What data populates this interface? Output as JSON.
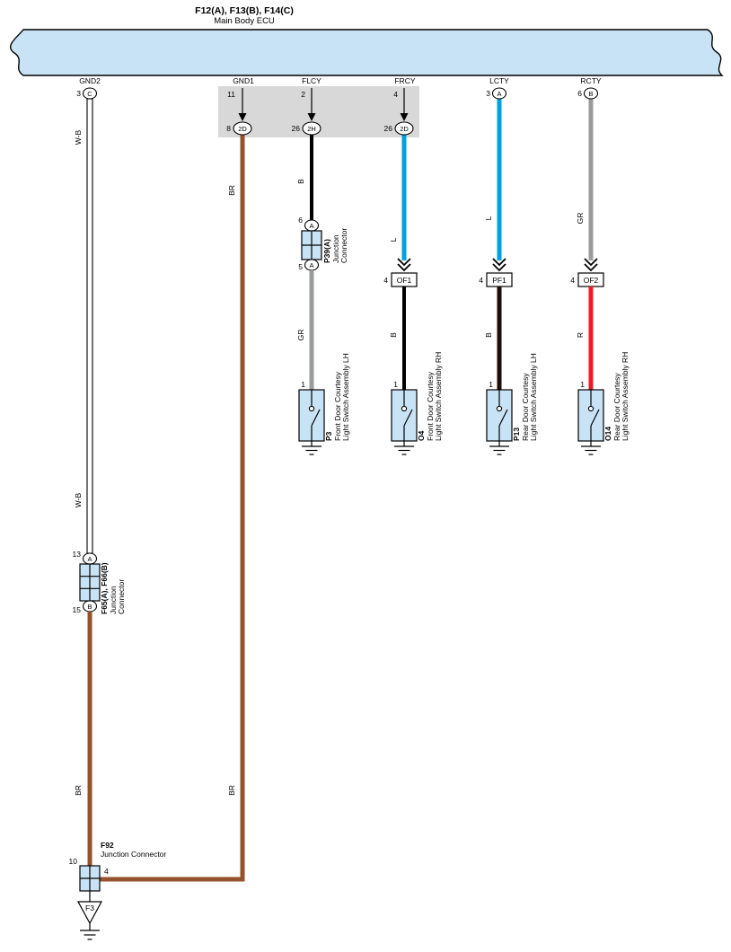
{
  "colors": {
    "ecu_fill": "#c9e3f6",
    "panel_fill": "#d8d8d8",
    "connector_fill": "#c9e3f6",
    "switch_fill": "#c9e3f6",
    "wire_brown": "#96522d",
    "wire_black": "#000000",
    "wire_gray": "#9a9b9d",
    "wire_blue": "#00a1e0",
    "wire_dark_brown": "#1d0f07",
    "wire_red": "#ec1c24"
  },
  "ecu": {
    "name_line1": "F12(A), F13(B), F14(C)",
    "name_line2": "Main Body ECU",
    "pins": {
      "gnd2": {
        "label": "GND2",
        "number": "3",
        "terminal": "C"
      },
      "gnd1": {
        "label": "GND1",
        "number": "11"
      },
      "flcy": {
        "label": "FLCY",
        "number": "2"
      },
      "frcy": {
        "label": "FRCY",
        "number": "4"
      },
      "lcty": {
        "label": "LCTY",
        "number": "3",
        "terminal": "A"
      },
      "rcty": {
        "label": "RCTY",
        "number": "6",
        "terminal": "B"
      }
    },
    "sub_connectors": {
      "gnd1": {
        "number": "8",
        "label": "2D"
      },
      "flcy": {
        "number": "26",
        "label": "2H"
      },
      "frcy": {
        "number": "26",
        "label": "2D"
      }
    }
  },
  "wire_labels": {
    "gnd2_top": "W-B",
    "gnd2_mid": "W-B",
    "gnd2_bottom": "BR",
    "gnd1_top": "BR",
    "gnd1_bottom": "BR",
    "flcy_top": "B",
    "flcy_bottom": "GR",
    "frcy_top": "L",
    "frcy_bottom": "B",
    "lcty_top": "L",
    "lcty_bottom": "B",
    "rcty_top": "GR",
    "rcty_bottom": "R"
  },
  "junction_f65": {
    "id": "F65(A), F66(B)",
    "label_line1": "Junction",
    "label_line2": "Connector",
    "pin_top": "13",
    "terminal_top": "A",
    "pin_bottom": "15",
    "terminal_bottom": "B"
  },
  "junction_p39": {
    "id": "P39(A)",
    "label_line1": "Junction",
    "label_line2": "Connector",
    "pin_top": "6",
    "terminal_top": "A",
    "pin_bottom": "5",
    "terminal_bottom": "A"
  },
  "junction_f92": {
    "id": "F92",
    "label": "Junction Connector",
    "pin_left": "10",
    "pin_right": "4"
  },
  "inline_connectors": {
    "of1": {
      "pin": "4",
      "label": "OF1"
    },
    "pf1": {
      "pin": "4",
      "label": "PF1"
    },
    "of2": {
      "pin": "4",
      "label": "OF2"
    }
  },
  "switches": {
    "p3": {
      "pin": "1",
      "id": "P3",
      "label_line1": "Front Door Courtesy",
      "label_line2": "Light Switch Assembly LH"
    },
    "o4": {
      "pin": "1",
      "id": "O4",
      "label_line1": "Front Door Courtesy",
      "label_line2": "Light Switch Assembly RH"
    },
    "p13": {
      "pin": "1",
      "id": "P13",
      "label_line1": "Rear Door Courtesy",
      "label_line2": "Light Switch Assembly LH"
    },
    "o14": {
      "pin": "1",
      "id": "O14",
      "label_line1": "Rear Door Courtesy",
      "label_line2": "Light Switch Assembly RH"
    }
  },
  "ground_f3": {
    "id": "F3"
  }
}
